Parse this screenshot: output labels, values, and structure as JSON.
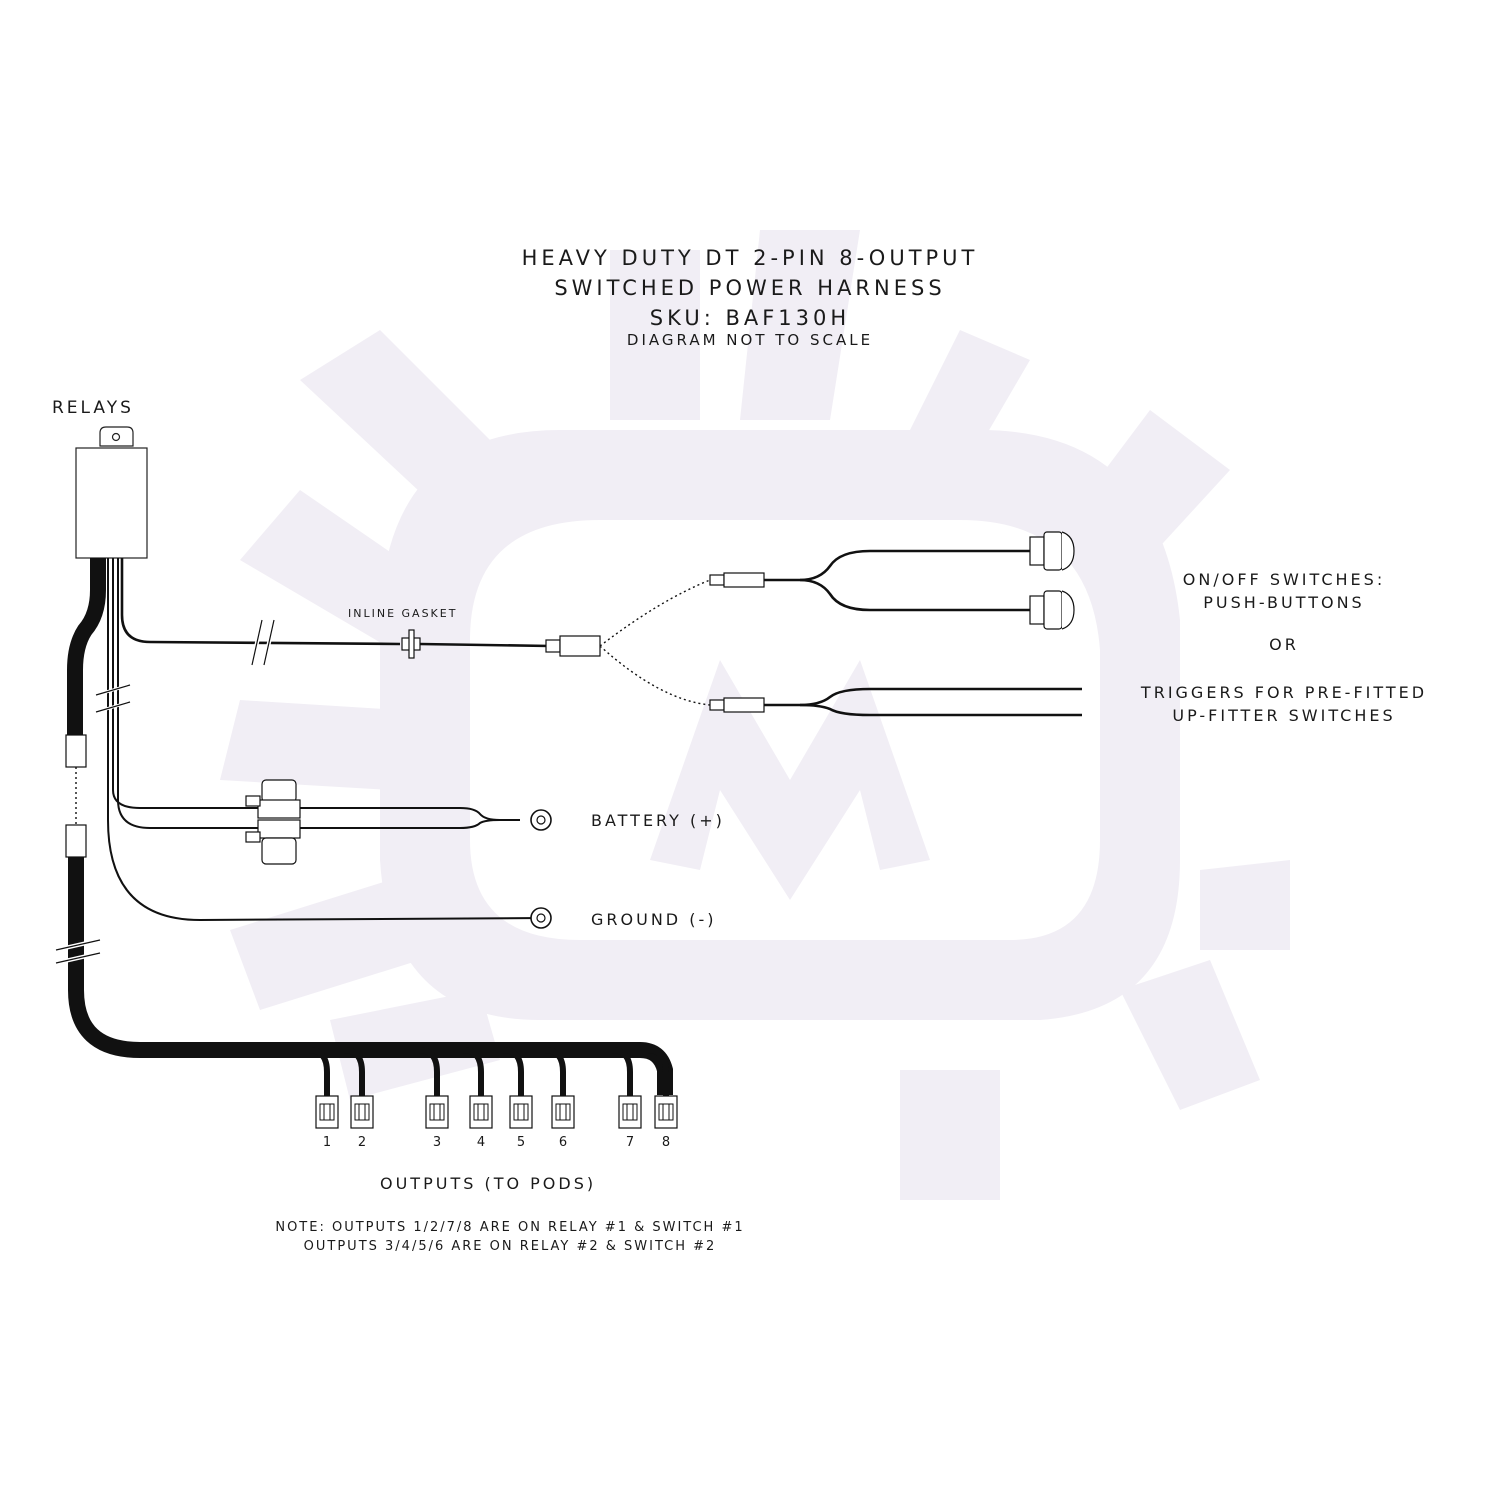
{
  "title": {
    "line1": "HEAVY DUTY DT 2-PIN 8-OUTPUT",
    "line2": "SWITCHED POWER HARNESS",
    "line3": "SKU: BAF130H",
    "subtitle": "DIAGRAM NOT TO SCALE"
  },
  "labels": {
    "relays": "RELAYS",
    "inline_gasket": "INLINE GASKET",
    "switches_line1": "ON/OFF SWITCHES:",
    "switches_line2": "PUSH-BUTTONS",
    "or": "OR",
    "triggers_line1": "TRIGGERS FOR PRE-FITTED",
    "triggers_line2": "UP-FITTER SWITCHES",
    "battery": "BATTERY (+)",
    "ground": "GROUND (-)",
    "outputs": "OUTPUTS (TO PODS)",
    "note_line1": "NOTE: OUTPUTS 1/2/7/8 ARE ON RELAY #1 & SWITCH #1",
    "note_line2": "OUTPUTS 3/4/5/6 ARE ON RELAY #2 & SWITCH #2"
  },
  "outputs": [
    "1",
    "2",
    "3",
    "4",
    "5",
    "6",
    "7",
    "8"
  ],
  "colors": {
    "wire": "#111111",
    "watermark": "#f1eef5",
    "text": "#1a1a1a"
  }
}
